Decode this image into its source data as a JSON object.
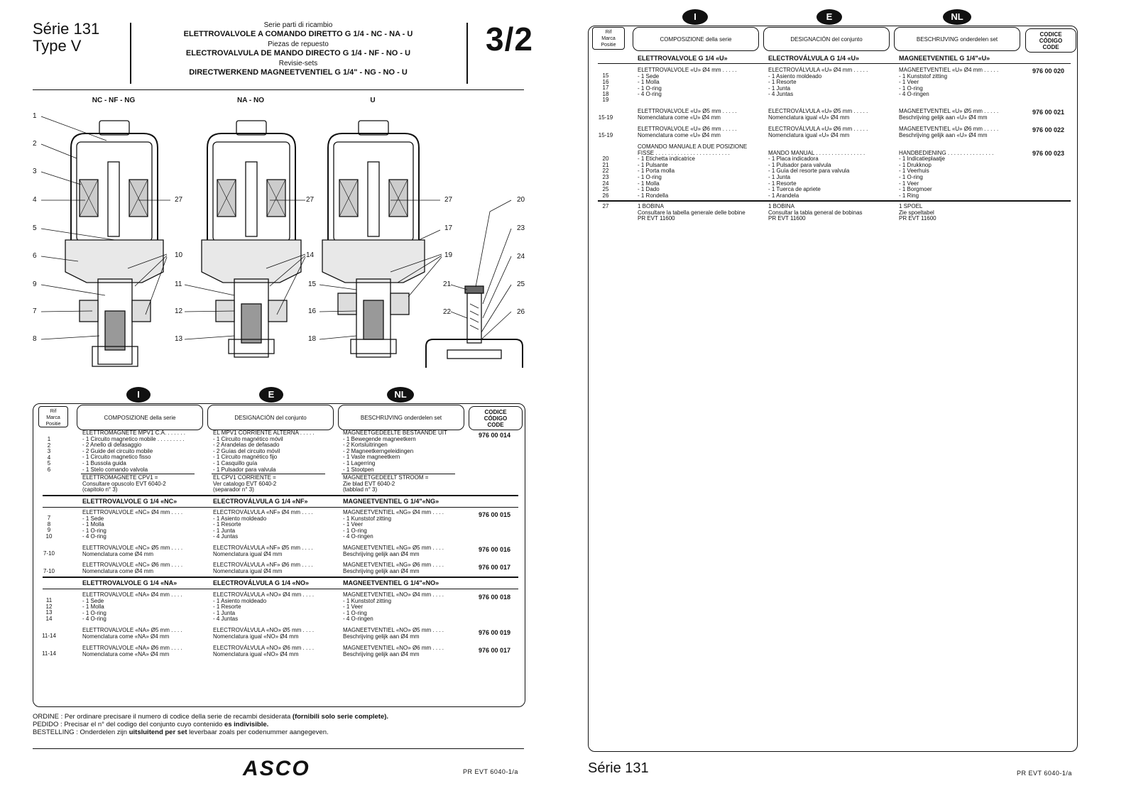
{
  "left": {
    "series": "Série 131",
    "type": "Type V",
    "header": {
      "l1": "Serie parti di ricambio",
      "l2": "ELETTROVALVOLE A COMANDO DIRETTO G 1/4 - NC - NA - U",
      "l3": "Piezas de repuesto",
      "l4": "ELECTROVALVULA DE MANDO DIRECTO G 1/4 - NF - NO - U",
      "l5": "Revisie-sets",
      "l6": "DIRECTWERKEND MAGNEETVENTIEL G 1/4\" - NG - NO - U"
    },
    "page_number": "3/2",
    "valve_labels": [
      "NC - NF - NG",
      "NA - NO",
      "U"
    ],
    "callouts_left": [
      "1",
      "2",
      "3",
      "4",
      "5",
      "6",
      "9",
      "7",
      "8"
    ],
    "callouts_mid1": [
      "27",
      "10",
      "11",
      "12",
      "13"
    ],
    "callouts_mid2": [
      "27",
      "14",
      "15",
      "16",
      "18"
    ],
    "callouts_mid3": [
      "27",
      "17",
      "19"
    ],
    "callouts_right": [
      "20",
      "23",
      "24",
      "21",
      "25",
      "22",
      "26"
    ],
    "lang_badges": [
      "I",
      "E",
      "NL"
    ],
    "rif_label": [
      "Rif",
      "Marca",
      "Positie"
    ],
    "col_i": "COMPOSIZIONE della serie",
    "col_e": "DESIGNACIÓN del conjunto",
    "col_nl": "BESCHRIJVING onderdelen set",
    "col_code": [
      "CODICE",
      "CÓDIGO",
      "CODE"
    ],
    "group1": {
      "nums": "1\n2\n3\n4\n5\n6",
      "i": "ELETTROMAGNETE MPV1 C.A. . . . . . .\n- 1 Circuito magnetico mobile . . . . . . . . .\n- 2 Anello di defasaggio\n- 2 Guide del circuito mobile\n- 1 Circuito magnetico fisso\n- 1 Bussola guida\n- 1 Stelo comando valvola",
      "e": "EL MPV1 CORRIENTE ALTERNA . . . . .\n- 1 Circuito magnético móvil\n- 2 Arandelas de defasado\n- 2 Guías del circuito móvil\n- 1 Circuito magnético fijo\n- 1 Casquillo guía\n- 1 Pulsador para valvula",
      "nl": "MAGNEETGEDEELTE BESTAANDE UIT\n- 1 Bewegende magneetkern\n- 2 Kortsluitringen\n- 2 Magneetkerngeleidingen\n- 1 Vaste magneetkern\n- 1 Lagerring\n- 1 Stootpen",
      "code": "976  00 014",
      "i2": "ELETTROMAGNETE CPV1 =\nConsultare opuscolo EVT 6040-2\n(capitolo n° 3)",
      "e2": "EL CPV1 CORRIENTE =\nVer catalogo EVT 6040-2\n(separador n° 3)",
      "nl2": "MAGNEETGEDEELT STROOM =\nZie blad EVT 6040-2\n(tabblad n° 3)"
    },
    "sec_nc": {
      "i": "ELETTROVALVOLE G 1/4 «NC»",
      "e": "ELECTROVÁLVULA G 1/4 «NF»",
      "nl": "MAGNEETVENTIEL G 1/4\"«NG»"
    },
    "nc_rows": [
      {
        "nums": "7\n8\n9\n10",
        "i": "ELETTROVALVOLE «NC» Ø4 mm . . . .\n- 1 Sede\n- 1 Molla\n- 1 O-ring\n- 4 O-ring",
        "e": "ELECTROVÁLVULA «NF» Ø4 mm . . . .\n- 1 Asiento moldeado\n- 1 Resorte\n- 1 Junta\n- 4 Juntas",
        "nl": "MAGNEETVENTIEL «NG» Ø4 mm . . . .\n- 1 Kunststof zitting\n- 1 Veer\n- 1 O-ring\n- 4 O-ringen",
        "code": "976  00 015"
      },
      {
        "nums": "\n7-10",
        "i": "ELETTROVALVOLE «NC» Ø5 mm . . . .\nNomenclatura come Ø4 mm",
        "e": "ELECTROVÁLVULA «NF» Ø5 mm . . . .\nNomenclatura igual Ø4 mm",
        "nl": "MAGNEETVENTIEL «NG» Ø5 mm . . . .\nBeschrijving gelijk aan Ø4 mm",
        "code": "976  00 016"
      },
      {
        "nums": "\n7-10",
        "i": "ELETTROVALVOLE «NC» Ø6 mm . . . .\nNomenclatura come Ø4 mm",
        "e": "ELECTROVÁLVULA «NF» Ø6 mm . . . .\nNomenclatura igual Ø4 mm",
        "nl": "MAGNEETVENTIEL «NG» Ø6 mm . . . .\nBeschrijving gelijk aan Ø4 mm",
        "code": "976  00 017"
      }
    ],
    "sec_na": {
      "i": "ELETTROVALVOLE G 1/4 «NA»",
      "e": "ELECTROVÁLVULA G 1/4 «NO»",
      "nl": "MAGNEETVENTIEL G 1/4\"«NO»"
    },
    "na_rows": [
      {
        "nums": "11\n12\n13\n14",
        "i": "ELETTROVALVOLE «NA» Ø4 mm . . . .\n- 1 Sede\n- 1 Molla\n- 1 O-ring\n- 4 O-ring",
        "e": "ELECTROVÁLVULA «NO» Ø4 mm . . . .\n- 1 Asiento moldeado\n- 1 Resorte\n- 1 Junta\n- 4 Juntas",
        "nl": "MAGNEETVENTIEL «NO» Ø4 mm . . . .\n- 1 Kunststof zitting\n- 1 Veer\n- 1 O-ring\n- 4 O-ringen",
        "code": "976  00 018"
      },
      {
        "nums": "\n11-14",
        "i": "ELETTROVALVOLE «NA» Ø5 mm . . . .\nNomenclatura come «NA» Ø4 mm",
        "e": "ELECTROVÁLVULA «NO» Ø5 mm . . . .\nNomenclatura igual «NO» Ø4 mm",
        "nl": "MAGNEETVENTIEL «NO» Ø5 mm . . . .\nBeschrijving gelijk aan Ø4 mm",
        "code": "976  00 019"
      },
      {
        "nums": "\n11-14",
        "i": "ELETTROVALVOLE «NA» Ø6 mm . . . .\nNomenclatura come «NA» Ø4 mm",
        "e": "ELECTROVÁLVULA «NO» Ø6 mm . . . .\nNomenclatura igual «NO» Ø4 mm",
        "nl": "MAGNEETVENTIEL «NO» Ø6 mm . . . .\nBeschrijving gelijk aan Ø4 mm",
        "code": "976  00 017"
      }
    ],
    "footer": {
      "l1a": "ORDINE : Per ordinare precisare il numero di codice della serie de recambi desiderata ",
      "l1b": "(fornibili solo serie complete).",
      "l2a": "PEDIDO : Precisar el n° del codigo del conjunto cuyo contenido ",
      "l2b": "es indivisible.",
      "l3a": "BESTELLING : Onderdelen zijn ",
      "l3b": "uitsluitend per set",
      "l3c": " leverbaar zoals per codenummer aangegeven."
    },
    "logo": "ASCO",
    "ref": "PR EVT 6040-1/a"
  },
  "right": {
    "lang_badges": [
      "I",
      "E",
      "NL"
    ],
    "rif_label": [
      "Rif",
      "Marca",
      "Positie"
    ],
    "col_i": "COMPOSIZIONE della serie",
    "col_e": "DESIGNACIÓN del conjunto",
    "col_nl": "BESCHRIJVING onderdelen set",
    "col_code": [
      "CODICE",
      "CÓDIGO",
      "CODE"
    ],
    "sec_u": {
      "i": "ELETTROVALVOLE G 1/4 «U»",
      "e": "ELECTROVÁLVULA G 1/4  «U»",
      "nl": "MAGNEETVENTIEL G 1/4\"«U»"
    },
    "rows": [
      {
        "nums": "15\n16\n17\n18\n19",
        "i": "ELETTROVALVOLE «U» Ø4 mm . . . . .\n- 1 Sede\n- 1 Molla\n- 1 O-ring\n- 4 O-ring",
        "e": "ELECTROVÁLVULA «U» Ø4 mm . . . . .\n- 1 Asiento moldeado\n- 1 Resorte\n- 1 Junta\n- 4 Juntas",
        "nl": "MAGNEETVENTIEL «U» Ø4 mm . . . . .\n- 1 Kunststof zitting\n- 1 Veer\n- 1 O-ring\n- 4 O-ringen",
        "code": "976  00 020"
      },
      {
        "nums": "\n15-19",
        "i": "ELETTROVALVOLE «U» Ø5 mm . . . . .\nNomenclatura come «U» Ø4 mm",
        "e": "ELECTROVÁLVULA «U» Ø5 mm . . . . .\nNomenclatura igual «U» Ø4 mm",
        "nl": "MAGNEETVENTIEL «U» Ø5 mm . . . . .\nBeschrijving gelijk aan «U» Ø4 mm",
        "code": "976  00 021"
      },
      {
        "nums": "\n15-19",
        "i": "ELETTROVALVOLE «U» Ø6 mm . . . . .\nNomenclatura come «U» Ø4 mm",
        "e": "ELECTROVÁLVULA «U» Ø6 mm . . . . .\nNomenclatura igual «U» Ø4 mm",
        "nl": "MAGNEETVENTIEL «U» Ø6 mm . . . . .\nBeschrijving gelijk aan «U» Ø4 mm",
        "code": "976  00 022"
      },
      {
        "nums": "\n\n20\n21\n22\n23\n24\n25\n26",
        "i": "COMANDO MANUALE A DUE POSIZIONE\nFISSE . . . . . . . . . . . . . . . . . . . . . . . .\n- 1 Etichetta indicatrice\n- 1 Pulsante\n- 1 Porta molla\n- 1 O-ring\n- 1 Molla\n- 1 Dado\n- 1 Rondella",
        "e": "\nMANDO MANUAL . . . . . . . . . . . . . . . .\n- 1 Placa indicadora\n- 1 Pulsador para valvula\n- 1 Guía del resorte para valvula\n- 1 Junta\n- 1 Resorte\n- 1 Tuerca de apriete\n- 1 Arandela",
        "nl": "\nHANDBEDIENING . . . . . . . . . . . . . . .\n- 1 Indicatieplaatje\n- 1 Drukknop\n- 1 Veerhuis\n- 1 O-ring\n- 1 Veer\n- 1 Borgmoer\n- 1 Ring",
        "code": "976  00 023"
      }
    ],
    "bobina": {
      "nums": "27",
      "i": "1 BOBINA\nConsultare la tabella generale delle bobine\nPR EVT 11600",
      "e": "1 BOBINA\nConsultar la tabla general de bobinas\nPR EVT 11600",
      "nl": "1 SPOEL\nZie spoeltabel\nPR EVT 11600"
    },
    "series": "Série 131",
    "ref": "PR EVT 6040-1/a"
  }
}
